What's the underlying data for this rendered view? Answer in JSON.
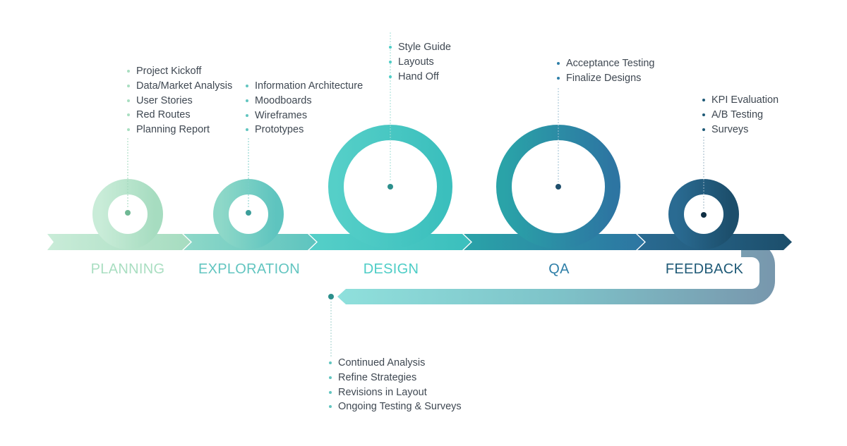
{
  "colors": {
    "planning": "#a9dec1",
    "exploration": "#62c5c0",
    "design": "#4dcdc6",
    "qa": "#2f7fa8",
    "feedback": "#1f5a77",
    "text": "#3f4852"
  },
  "stages": [
    {
      "id": "planning",
      "label": "PLANNING",
      "items": [
        "Project Kickoff",
        "Data/Market Analysis",
        "User Stories",
        "Red Routes",
        "Planning Report"
      ]
    },
    {
      "id": "exploration",
      "label": "EXPLORATION",
      "items": [
        "Information Architecture",
        "Moodboards",
        "Wireframes",
        "Prototypes"
      ]
    },
    {
      "id": "design",
      "label": "DESIGN",
      "items": [
        "Style Guide",
        "Layouts",
        "Hand Off"
      ]
    },
    {
      "id": "qa",
      "label": "QA",
      "items": [
        "Acceptance Testing",
        "Finalize Designs"
      ]
    },
    {
      "id": "feedback",
      "label": "FEEDBACK",
      "items": [
        "KPI Evaluation",
        "A/B Testing",
        "Surveys"
      ]
    }
  ],
  "loop_back": {
    "items": [
      "Continued Analysis",
      "Refine Strategies",
      "Revisions in Layout",
      "Ongoing Testing & Surveys"
    ]
  }
}
